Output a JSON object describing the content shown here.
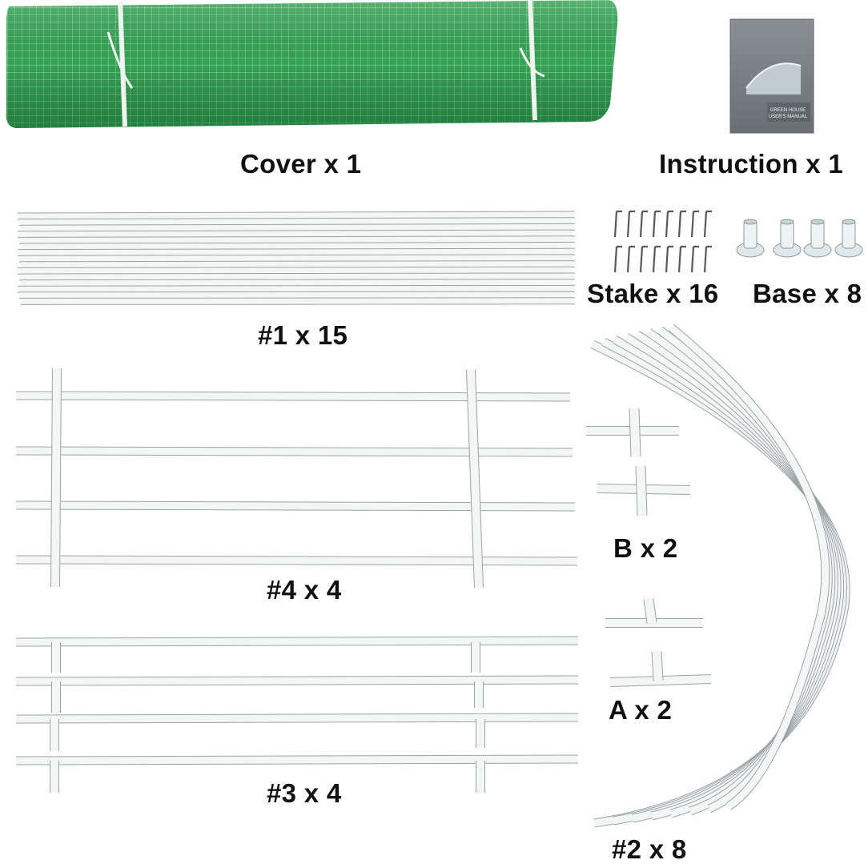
{
  "labels": {
    "cover": "Cover x 1",
    "instruction": "Instruction x 1",
    "stake": "Stake x 16",
    "base": "Base x 8",
    "pipe1": "#1 x 15",
    "pipe4": "#4 x 4",
    "pipe3": "#3 x 4",
    "partB": "B x 2",
    "partA": "A x 2",
    "pipe2": "#2 x 8"
  },
  "manual": {
    "title": "GREEN HOUSE",
    "subtitle": "USER'S MANUAL"
  },
  "colors": {
    "cover_green": "#2f9a4e",
    "pipe_white": "#f4f6f6",
    "pipe_outline": "#9aa3a6",
    "text": "#111111"
  }
}
